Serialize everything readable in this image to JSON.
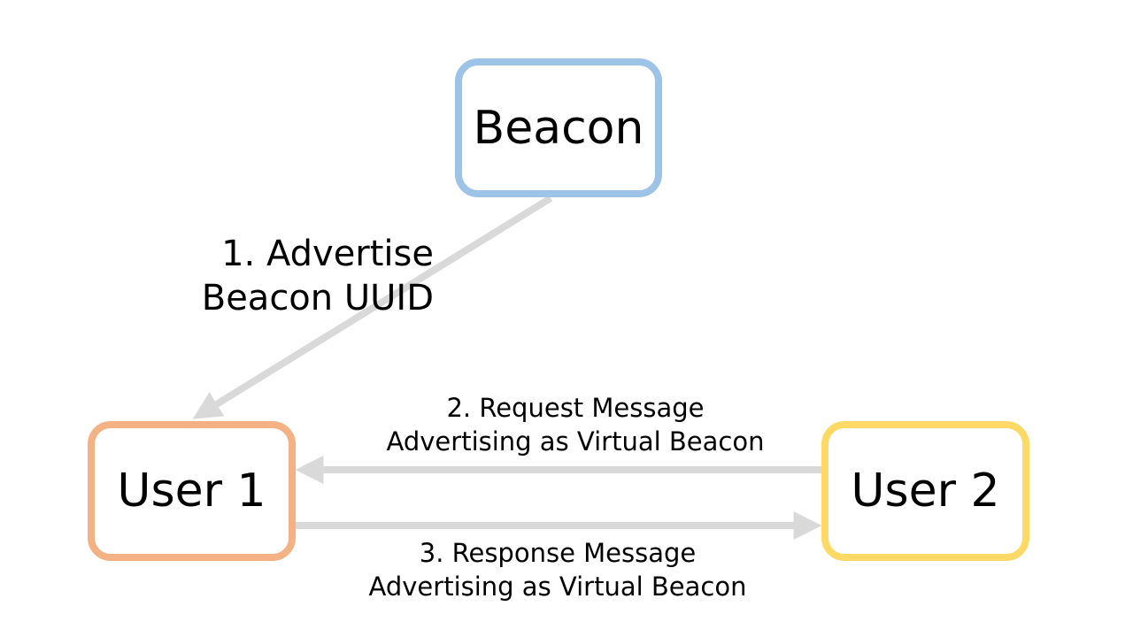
{
  "nodes": {
    "beacon": {
      "label": "Beacon",
      "border_color": "#9DC3E6"
    },
    "user1": {
      "label": "User 1",
      "border_color": "#F4B183"
    },
    "user2": {
      "label": "User 2",
      "border_color": "#FFD966"
    }
  },
  "edges": {
    "step1": {
      "line1": "1. Advertise",
      "line2": "Beacon UUID"
    },
    "step2": {
      "line1": "2. Request Message",
      "line2": "Advertising as Virtual Beacon"
    },
    "step3": {
      "line1": "3. Response Message",
      "line2": "Advertising as Virtual Beacon"
    }
  },
  "arrow_color": "#D9D9D9"
}
